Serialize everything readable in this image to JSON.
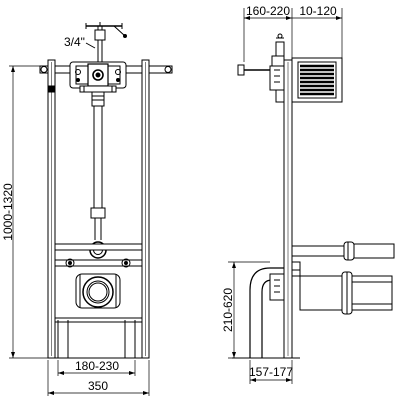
{
  "labels": {
    "connection": "3/4\"",
    "frame_height": "1000-1320",
    "frame_width": "350",
    "outlet_spacing": "180-230",
    "wall_offset": "160-220",
    "cistern_depth": "10-120",
    "outlet_height": "210-620",
    "outlet_depth": "157-177"
  }
}
